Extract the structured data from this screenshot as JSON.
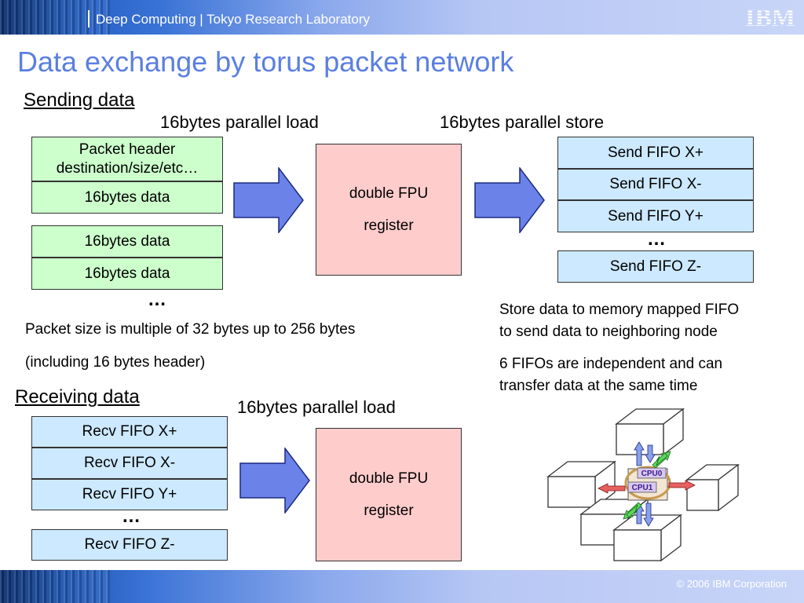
{
  "header": {
    "title": "Deep Computing | Tokyo Research Laboratory",
    "logo": "IBM"
  },
  "page_title": "Data exchange by torus packet network",
  "sending": {
    "heading": "Sending data",
    "load_label": "16bytes parallel load",
    "store_label": "16bytes parallel store",
    "packet": [
      "Packet header destination/size/etc…",
      "16bytes data",
      "16bytes data",
      "16bytes data"
    ],
    "ellipsis": "…",
    "fpu": [
      "double FPU",
      "register"
    ],
    "fifos": [
      "Send FIFO X+",
      "Send FIFO X-",
      "Send FIFO Y+",
      "Send FIFO Z-"
    ],
    "fifo_ellipsis": "…",
    "note1": "Packet size is multiple of 32 bytes up to 256 bytes",
    "note2": "(including 16 bytes header)",
    "note3": [
      "Store data to memory mapped FIFO",
      "to send data to neighboring node"
    ],
    "note4": [
      "6 FIFOs are independent and can",
      "transfer data at the same time"
    ]
  },
  "receiving": {
    "heading": "Receiving data",
    "load_label": "16bytes parallel load",
    "fifos": [
      "Recv FIFO X+",
      "Recv FIFO X-",
      "Recv FIFO Y+",
      "Recv FIFO Z-"
    ],
    "ellipsis": "…",
    "fpu": [
      "double FPU",
      "register"
    ]
  },
  "diagram": {
    "cpu0": "CPU0",
    "cpu1": "CPU1"
  },
  "footer": {
    "copyright": "© 2006 IBM Corporation"
  },
  "colors": {
    "title": "#5b7fe1",
    "green_box": "#ccffcc",
    "blue_box": "#cce9ff",
    "pink_box": "#ffcccc",
    "arrow": "#6b82e8"
  }
}
